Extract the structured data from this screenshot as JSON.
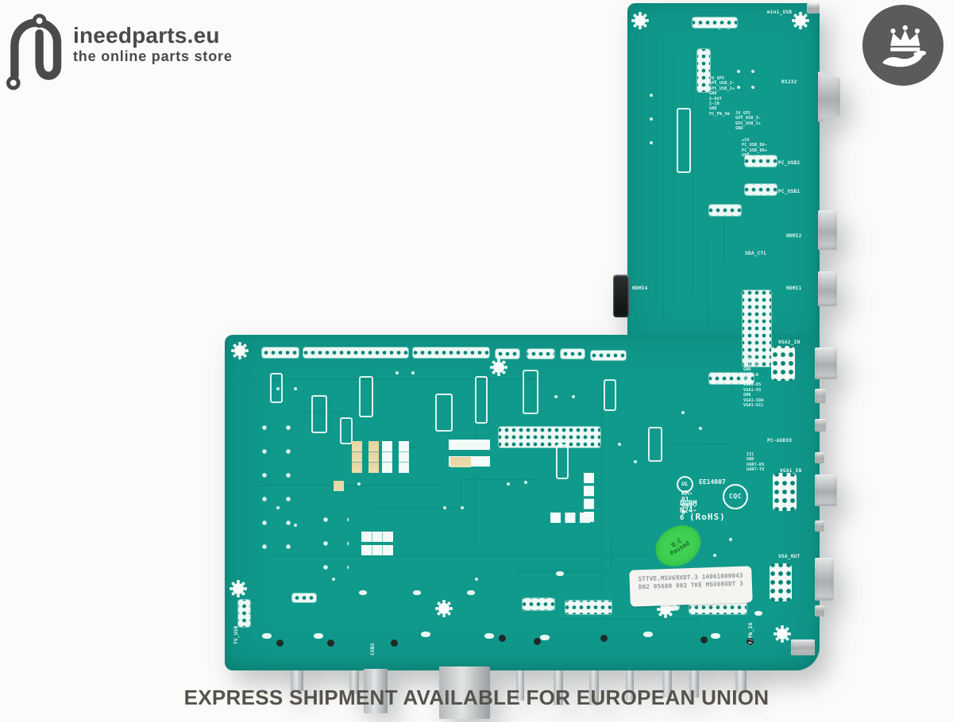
{
  "header": {
    "logo": {
      "title": "ineedparts.eu",
      "tagline": "the online parts store"
    },
    "badge": {
      "icon": "crown-over-hand"
    }
  },
  "footer": {
    "message": "EXPRESS SHIPMENT AVAILABLE FOR EUROPEAN UNION"
  },
  "pcb": {
    "board_color": "#109a8c",
    "ports": {
      "mini_usb": "mini_USB",
      "pc_pw_sw": "PC_PW_SW",
      "rs232": "RS232",
      "pc_usb2": "PC_USB2",
      "pc_usb1": "PC_USB1",
      "hdmi2": "HDMI2",
      "hdmi1": "HDMI1",
      "hdmi4": "HDMI4",
      "sda_ctl": "SDA_CTL",
      "vga2_in": "VGA2_IN",
      "pc_audio": "PC-AUDIO",
      "vga1_in": "VGA1_IN",
      "vga_out": "VGA_OUT",
      "tv_usb": "TV_USB",
      "ypb_in": "Y/Pb_IN",
      "cvbs": "CVBS"
    },
    "pin_columns": {
      "gp5": "3V_GP5\nGP5_USB_2-\nGP5_USB_2+\nGND\nS-OUT\nS-IN\nGND\nPC_PW_SW",
      "gp5b": "3V_GP5\nGP5_USB_3-\nGP5_USB_3+\nGND",
      "usb_power": "+5V\nPC_USB_D0-\nPC_USB_D0+\nGND",
      "vga1_pins": "VGA1-B\nGND\nVGA1-G\nGND\nVGA1-R\nGND\nVGA1-HS\nVGA1-VS\nGND\nVGA1-SDA\nVGA1-SCL",
      "uart": "IIC\nGND\nUART-RX\nUART-TX"
    },
    "markings": {
      "ul": "UL",
      "ul_number": "EE14007",
      "line2": "KM-01 94V-0",
      "line3": "DGRM N24-6",
      "rohs": "(RoHS)",
      "cqc": "CQC"
    },
    "stickers": {
      "serial_line1": "STTVE.MSV69XDT.3 14061000043",
      "serial_line2": "D02 05680 002 TKE MSV69XDT 3",
      "qc_line1": "Q.C",
      "qc_line2": "Passed"
    }
  }
}
